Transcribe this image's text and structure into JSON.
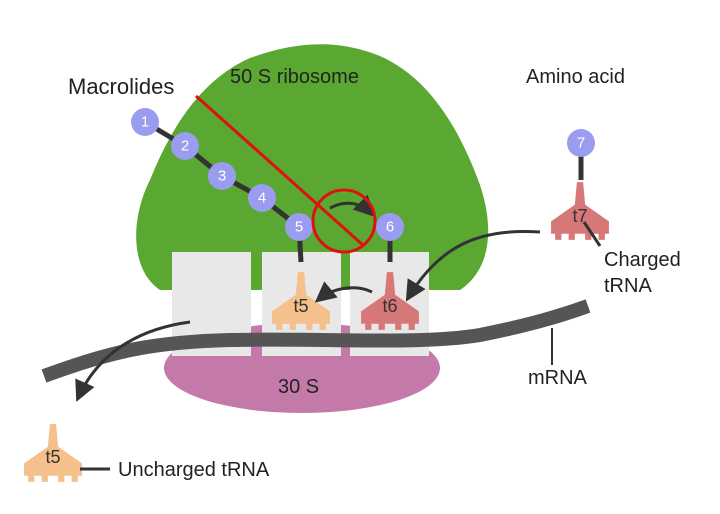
{
  "labels": {
    "large_subunit": "50 S ribosome",
    "small_subunit": "30 S",
    "drug": "Macrolides",
    "amino_acid": "Amino acid",
    "charged_trna_line1": "Charged",
    "charged_trna_line2": "tRNA",
    "mrna": "mRNA",
    "uncharged_trna": "Uncharged tRNA"
  },
  "chain_beads": [
    "1",
    "2",
    "3",
    "4",
    "5"
  ],
  "site_bead": "6",
  "incoming_bead": "7",
  "trna": {
    "p_site": "t5",
    "a_site": "t6",
    "incoming": "t7",
    "exiting": "t5"
  },
  "colors": {
    "ribosome_large": "#5aa832",
    "ribosome_small": "#c47aa8",
    "site_box": "#e8e8e8",
    "bead": "#9a9cf0",
    "trna_uncharged": "#f4c08c",
    "trna_charged": "#d77878",
    "mrna": "#555555",
    "inhibit": "#e01010",
    "arrow": "#333333"
  }
}
